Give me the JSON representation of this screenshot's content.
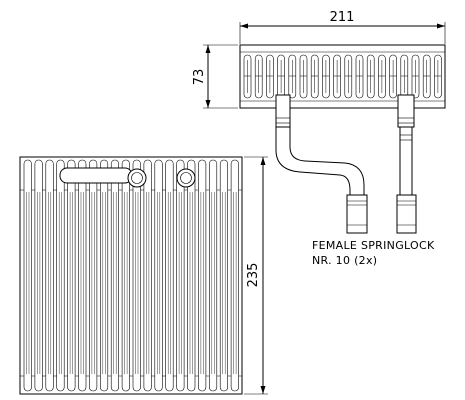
{
  "dimensions": {
    "width": "211",
    "depth": "73",
    "height": "235"
  },
  "note": {
    "line1": "FEMALE SPRINGLOCK",
    "line2": "NR. 10 (2x)"
  }
}
